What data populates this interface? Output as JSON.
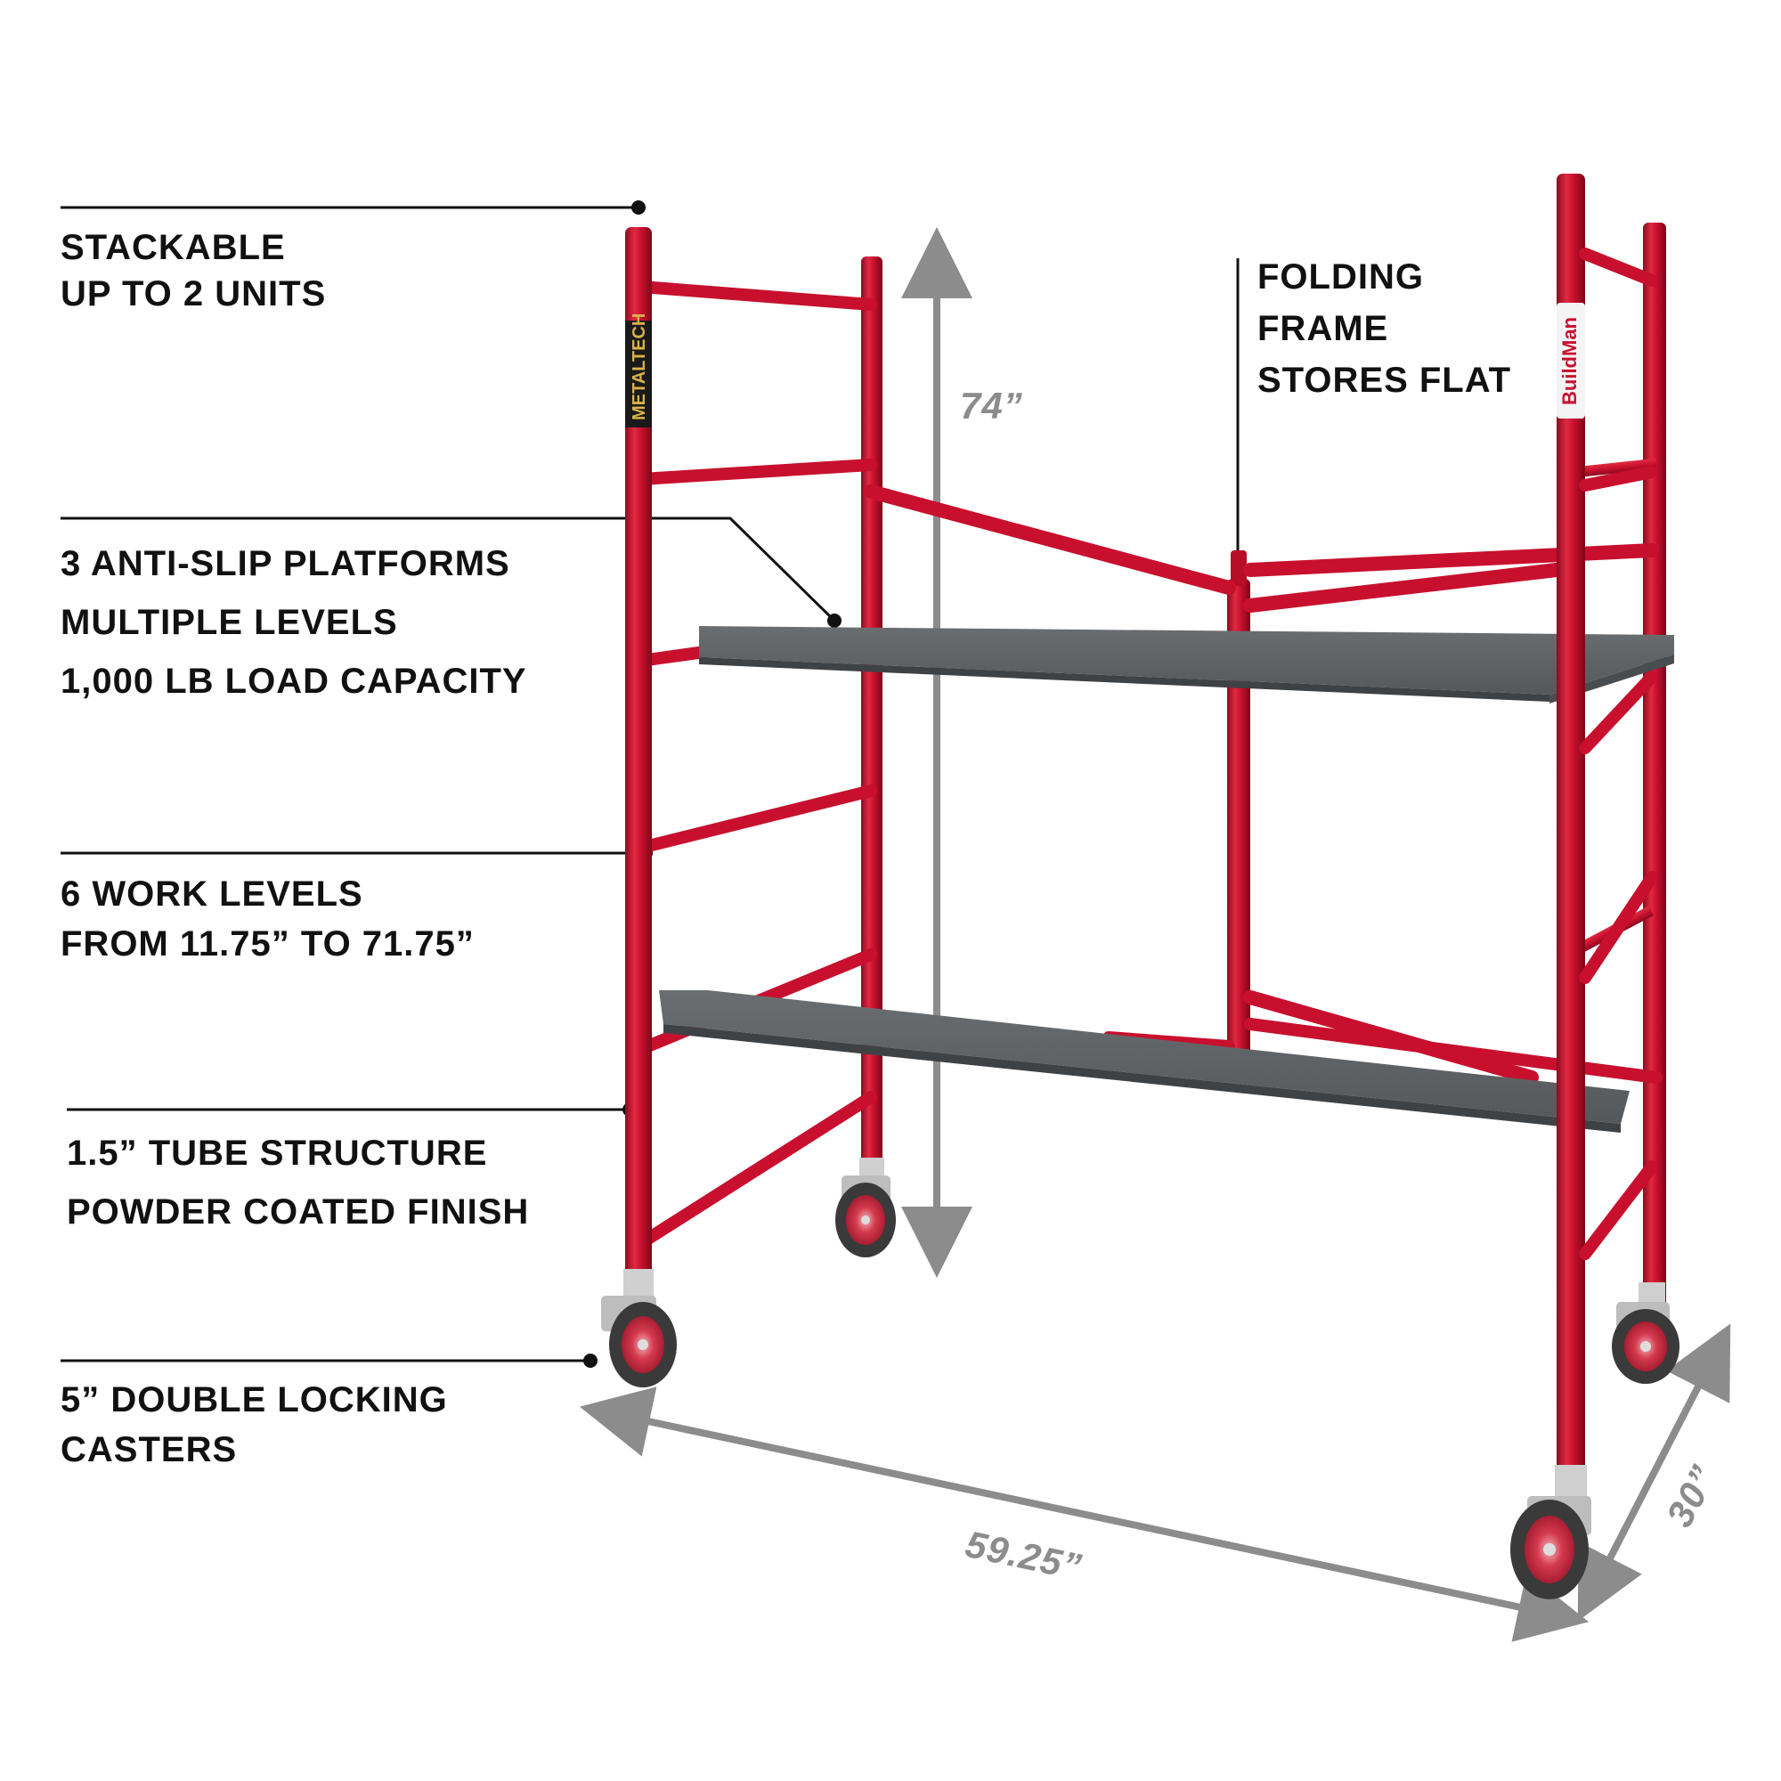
{
  "callouts": {
    "stackable": {
      "line1": "STACKABLE",
      "line2": "UP TO 2 UNITS"
    },
    "folding": {
      "line1": "FOLDING",
      "line2": "FRAME",
      "line3": "STORES FLAT"
    },
    "platforms": {
      "line1": "3 ANTI-SLIP PLATFORMS",
      "line2": "MULTIPLE LEVELS",
      "line3": "1,000 LB LOAD CAPACITY"
    },
    "work_levels": {
      "line1": "6 WORK LEVELS",
      "line2": "FROM 11.75” TO 71.75”"
    },
    "tube": {
      "line1": "1.5” TUBE STRUCTURE",
      "line2": "POWDER COATED FINISH"
    },
    "casters": {
      "line1": "5” DOUBLE LOCKING",
      "line2": "CASTERS"
    }
  },
  "dimensions": {
    "height": "74”",
    "width": "59.25”",
    "depth": "30”"
  },
  "brands": {
    "left_post": "METALTECH",
    "right_post": "BuildMan"
  },
  "colors": {
    "frame_red": "#c8102e",
    "platform_gray": "#5f6265",
    "dimension_gray": "#8c8c8c",
    "text_black": "#111111"
  }
}
